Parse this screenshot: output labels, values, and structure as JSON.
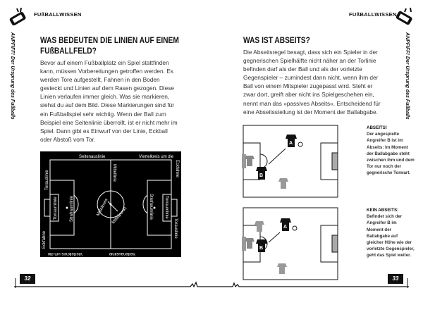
{
  "left": {
    "section": "FUßBALLWISSEN",
    "side": "ANPFIFF! Der Ursprung des Fußballs",
    "title_line1": "WAS BEDEUTEN DIE LINIEN AUF EINEM",
    "title_line2": "FUßBALLFELD?",
    "body": "Bevor auf einem Fußballplatz ein Spiel stattfinden kann, müssen Vorbereitungen getroffen werden. Es werden Tore aufgestellt, Fahnen in den Boden gesteckt und Linien auf dem Rasen gezogen. Diese Linien verlaufen immer gleich. Was sie markieren, siehst du auf dem Bild. Diese Markierungen sind für ein Fußballspiel sehr wichtig. Wenn der Ball zum Beispiel eine Seitenlinie überrollt, ist er nicht mehr im Spiel. Dann gibt es Einwurf von der Linie, Eckball oder Abstoß vom Tor.",
    "page": "32",
    "field_labels": {
      "side_top": "Seitenauslinie",
      "side_bottom": "Seitenauslinie",
      "quarter_top": "Viertelkreis um die",
      "corner_top": "Eckfahne",
      "quarter_bottom": "Viertelkreis um die",
      "corner_bottom": "Eckfahne",
      "goal_line_left": "Torauslinie",
      "goal_line_right": "Torauslinie",
      "goal_area_left": "Torraumlinie",
      "goal_area_right": "Torraumlinie",
      "penalty_left": "Strafraumlinie",
      "penalty_right": "Strafraumlinie",
      "halfway": "Mittellinie",
      "center_circle": "Mittelkreis",
      "center_spot": "Mittelpunkt"
    }
  },
  "right": {
    "section": "FUßBALLWISSEN",
    "side": "ANPFIFF! Der Ursprung des Fußballs",
    "title": "WAS IST ABSEITS?",
    "body": "Die Abseitsregel besagt, dass sich ein Spieler in der gegnerischen Spielhälfte nicht näher an der Torlinie befinden darf als der Ball und als der vorletzte Gegenspieler – zumindest dann nicht, wenn ihm der Ball von einem Mitspieler zugepasst wird. Steht er zwar dort, greift aber nicht ins Spielgeschehen ein, nennt man das »passives Abseits«. Entscheidend für eine Abseitsstellung ist der Moment der Ballabgabe.",
    "page": "33",
    "captions": [
      {
        "head": "ABSEITS!",
        "text": "Der angespielte Angreifer B ist im Abseits: Im Moment der Ballabgabe steht zwischen ihm und dem Tor nur noch der gegnerische Torwart."
      },
      {
        "head": "KEIN ABSEITS:",
        "text": "Befindet sich der Angreifer B im Moment der Ballabgabe auf gleicher Höhe wie der vorletzte Gegenspieler, geht das Spiel weiter."
      }
    ],
    "player_a": "A",
    "player_b": "B"
  }
}
